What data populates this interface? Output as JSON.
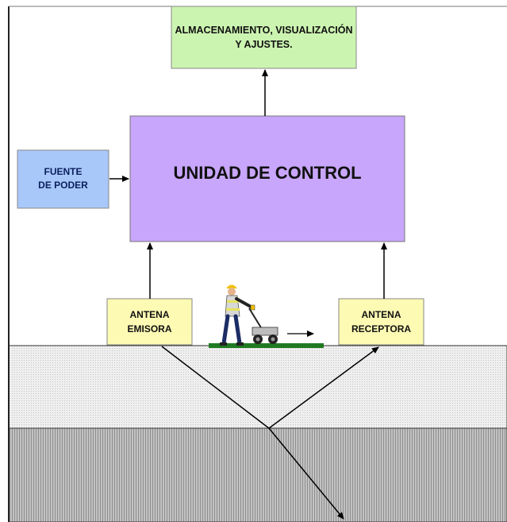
{
  "diagram": {
    "boxes": {
      "storage": {
        "line1": "ALMACENAMIENTO, VISUALIZACIÓN",
        "line2": "Y AJUSTES.",
        "color": "#ccf4b1"
      },
      "control": {
        "label": "UNIDAD DE CONTROL",
        "color": "#c8a6fb"
      },
      "power": {
        "line1": "FUENTE",
        "line2": "DE PODER",
        "color": "#a8c8fa"
      },
      "transmitter": {
        "line1": "ANTENA",
        "line2": "EMISORA",
        "color": "#fdfab4"
      },
      "receiver": {
        "line1": "ANTENA",
        "line2": "RECEPTORA",
        "color": "#fdfab4"
      }
    },
    "ground": {
      "upper_layer_color": "#ececec",
      "lower_layer_color": "#b4b4b4"
    },
    "operator_icon": "person-pushing-gpr-cart-icon"
  }
}
